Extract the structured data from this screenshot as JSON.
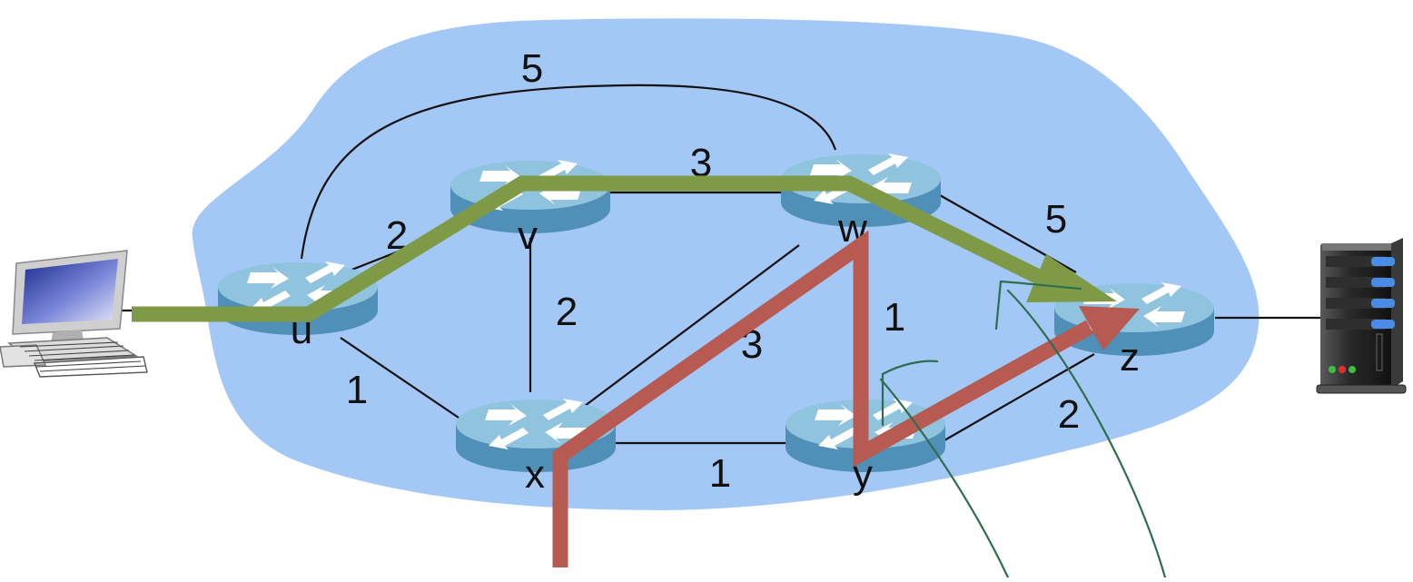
{
  "nodes": [
    {
      "id": "u",
      "label": "u"
    },
    {
      "id": "v",
      "label": "v"
    },
    {
      "id": "w",
      "label": "w"
    },
    {
      "id": "x",
      "label": "x"
    },
    {
      "id": "y",
      "label": "y"
    },
    {
      "id": "z",
      "label": "z"
    }
  ],
  "links": [
    {
      "from": "u",
      "to": "w",
      "weight": "5"
    },
    {
      "from": "u",
      "to": "v",
      "weight": "2"
    },
    {
      "from": "u",
      "to": "x",
      "weight": "1"
    },
    {
      "from": "v",
      "to": "w",
      "weight": "3"
    },
    {
      "from": "v",
      "to": "x",
      "weight": "2"
    },
    {
      "from": "w",
      "to": "x",
      "weight": "3"
    },
    {
      "from": "w",
      "to": "y",
      "weight": "1"
    },
    {
      "from": "w",
      "to": "z",
      "weight": "5"
    },
    {
      "from": "x",
      "to": "y",
      "weight": "1"
    },
    {
      "from": "y",
      "to": "z",
      "weight": "2"
    }
  ],
  "colors": {
    "cloud": "#a3c8f5",
    "router_top": "#8fc3de",
    "router_side": "#4f8fb8",
    "green_path": "#7f9a46",
    "red_path": "#b65a52",
    "annotation": "#2e6e4e"
  },
  "endpoints": [
    {
      "id": "host",
      "icon": "laptop-icon"
    },
    {
      "id": "server",
      "icon": "server-icon"
    }
  ]
}
